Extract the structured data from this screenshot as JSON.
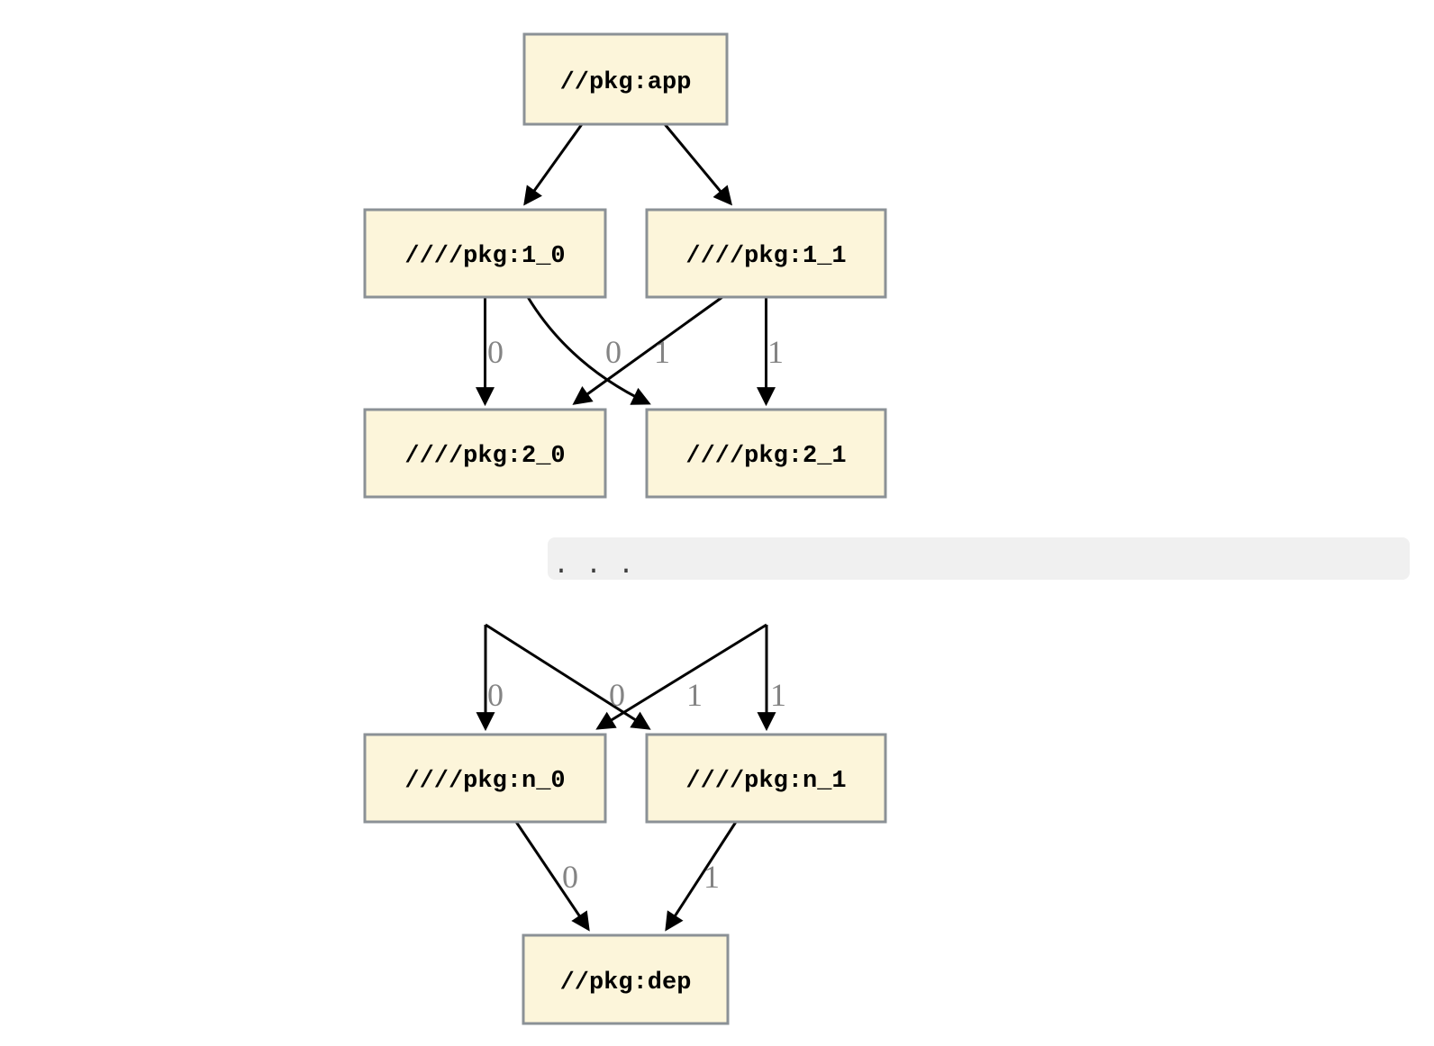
{
  "diagram": {
    "type": "dependency-graph",
    "colors": {
      "node_fill": "#fcf5da",
      "node_border": "#8b9196",
      "edge": "#000000",
      "edge_label": "#848484",
      "elision_band_bg": "#f0f0f0",
      "elision_text": "#3d3d3d",
      "background": "#ffffff"
    },
    "nodes": {
      "app": {
        "label": "//pkg:app"
      },
      "v1_0": {
        "label": "////pkg:1_0"
      },
      "v1_1": {
        "label": "////pkg:1_1"
      },
      "v2_0": {
        "label": "////pkg:2_0"
      },
      "v2_1": {
        "label": "////pkg:2_1"
      },
      "vn_0": {
        "label": "////pkg:n_0"
      },
      "vn_1": {
        "label": "////pkg:n_1"
      },
      "dep": {
        "label": "//pkg:dep"
      }
    },
    "elision": {
      "text": ".  .  ."
    },
    "edges": {
      "a1": {
        "from": "//pkg:app",
        "to": "////pkg:1_0"
      },
      "a2": {
        "from": "//pkg:app",
        "to": "////pkg:1_1"
      },
      "b1": {
        "from": "////pkg:1_0",
        "to": "////pkg:2_0",
        "label": "0"
      },
      "b2": {
        "from": "////pkg:1_0",
        "to": "////pkg:2_1",
        "label": "1"
      },
      "b3": {
        "from": "////pkg:1_1",
        "to": "////pkg:2_0",
        "label": "0"
      },
      "b4": {
        "from": "////pkg:1_1",
        "to": "////pkg:2_1",
        "label": "1"
      },
      "c1": {
        "from": "elided",
        "to": "////pkg:n_0",
        "label": "0"
      },
      "c2": {
        "from": "elided",
        "to": "////pkg:n_0",
        "label": "0"
      },
      "c3": {
        "from": "elided",
        "to": "////pkg:n_1",
        "label": "1"
      },
      "c4": {
        "from": "elided",
        "to": "////pkg:n_1",
        "label": "1"
      },
      "d1": {
        "from": "////pkg:n_0",
        "to": "//pkg:dep",
        "label": "0"
      },
      "d2": {
        "from": "////pkg:n_1",
        "to": "//pkg:dep",
        "label": "1"
      }
    }
  }
}
